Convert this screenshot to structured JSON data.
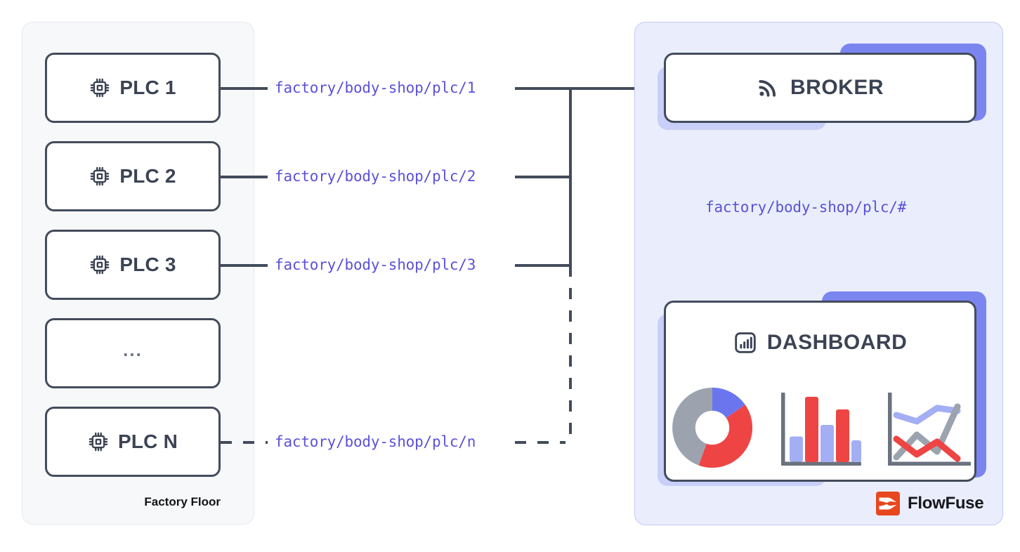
{
  "diagram": {
    "title": "MQTT topic flow from factory floor PLCs to broker and dashboard",
    "colors": {
      "ink": "#434c5c",
      "topic_purple": "#5b51d8",
      "panel_left_bg": "#f7f8fa",
      "panel_right_bg": "#eaeefc",
      "shadow_strong": "#7b85f0",
      "shadow_soft": "#c8cff8",
      "chart_red": "#ef4444",
      "chart_blue": "#a3aef5",
      "chart_gray": "#9ca3af",
      "accent_blue": "#6b76ee",
      "brand_orange": "#e8471f"
    }
  },
  "factory": {
    "caption": "Factory Floor",
    "nodes": [
      {
        "label": "PLC 1",
        "icon": "cpu-icon",
        "topic": "factory/body-shop/plc/1",
        "link": "solid"
      },
      {
        "label": "PLC 2",
        "icon": "cpu-icon",
        "topic": "factory/body-shop/plc/2",
        "link": "solid"
      },
      {
        "label": "PLC 3",
        "icon": "cpu-icon",
        "topic": "factory/body-shop/plc/3",
        "link": "solid"
      },
      {
        "label": "...",
        "icon": "none",
        "topic": "",
        "link": "none"
      },
      {
        "label": "PLC N",
        "icon": "cpu-icon",
        "topic": "factory/body-shop/plc/n",
        "link": "dashed"
      }
    ]
  },
  "cloud": {
    "broker": {
      "label": "BROKER",
      "icon": "broadcast-icon"
    },
    "subscribe_topic": "factory/body-shop/plc/#",
    "dashboard": {
      "label": "DASHBOARD",
      "icon": "bar-chart-icon"
    }
  },
  "brand": {
    "name": "FlowFuse",
    "mark": "flowfuse-logo-icon"
  },
  "chart_data": [
    {
      "type": "pie",
      "title": "",
      "labels": [
        "gray",
        "red",
        "blue"
      ],
      "values": [
        45,
        40,
        15
      ],
      "colors": [
        "#9ca3af",
        "#ef4444",
        "#6b76ee"
      ],
      "donut": true
    },
    {
      "type": "bar",
      "title": "",
      "categories": [
        "1",
        "2",
        "3",
        "4",
        "5"
      ],
      "values": [
        36,
        92,
        52,
        74,
        30
      ],
      "colors": [
        "#a3aef5",
        "#ef4444",
        "#a3aef5",
        "#ef4444",
        "#a3aef5"
      ],
      "ylim": [
        0,
        100
      ],
      "grid": false
    },
    {
      "type": "line",
      "title": "",
      "x": [
        0,
        1,
        2,
        3,
        4
      ],
      "series": [
        {
          "name": "blue",
          "values": [
            72,
            62,
            80,
            84,
            80
          ],
          "color": "#a3aef5"
        },
        {
          "name": "gray",
          "values": [
            12,
            46,
            20,
            28,
            78
          ],
          "color": "#9ca3af"
        },
        {
          "name": "red",
          "values": [
            44,
            16,
            34,
            44,
            10
          ],
          "color": "#ef4444"
        }
      ],
      "ylim": [
        0,
        100
      ],
      "grid": false
    }
  ]
}
